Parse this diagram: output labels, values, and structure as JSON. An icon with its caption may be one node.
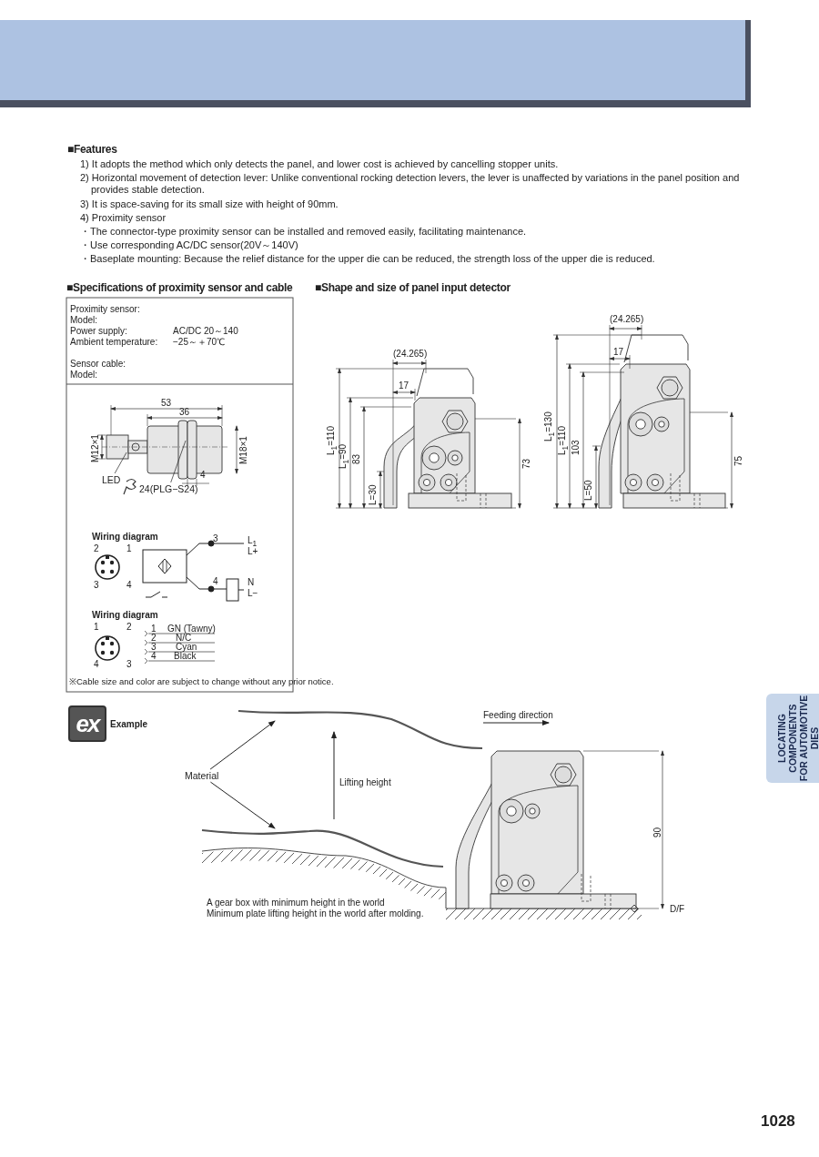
{
  "diagram": {
    "nodes": [
      {
        "text": [
          "Material"
        ]
      },
      {
        "text": [],
        "shape": "picture"
      },
      {
        "text": [],
        "shape": "picture"
      },
      {
        "text": [
          "LED"
        ]
      },
      {
        "text": [
          "24(PLG−S24)"
        ]
      }
    ],
    "edges": [
      {
        "from": 0,
        "to": 1,
        "arrow": "to"
      },
      {
        "from": 0,
        "to": 2,
        "arrow": "to"
      },
      {
        "from": 3,
        "to": null,
        "arrow": "none"
      },
      {
        "from": 4,
        "to": null,
        "arrow": "none"
      }
    ],
    "labels": [
      "■Features",
      "1) It adopts the method which only detects the panel, and lower cost is achieved by cancelling stopper units.",
      "2) Horizontal movement of detection lever: Unlike conventional rocking detection levers, the lever is unaffected by variations in the panel position and provides stable detection.",
      "3) It is space-saving for its small size with height of 90mm.",
      "4) Proximity sensor",
      "・The connector-type proximity sensor can be installed and removed easily, facilitating maintenance.",
      "・Use corresponding AC/DC sensor(20V～140V)",
      "・Baseplate mounting: Because the relief distance for the upper die can be reduced, the strength loss of the upper die is reduced.",
      "■Specifications of proximity sensor and cable",
      "Proximity sensor:",
      "Model:",
      "Power supply:",
      "AC/DC 20～140",
      "Ambient temperature:",
      "−25～＋70℃",
      "Sensor cable:",
      "Model:",
      "53",
      "36",
      "M12×1",
      "M18×1",
      "4",
      "Wiring diagram",
      "2",
      "1",
      "3",
      "4",
      "3",
      "L$_{1}$",
      "L+",
      "4",
      "N",
      "L−",
      "Wiring diagram",
      "1",
      "2",
      "4",
      "3",
      "1",
      "GN (Tawny)",
      "2",
      "N/C",
      "3",
      "Cyan",
      "4",
      "Black",
      "※Cable size and color are subject to change without any prior notice.",
      "■Shape and size of panel input detector",
      "(24.265)",
      "17",
      "L$_{1}$=110",
      "L$_{1}$=90",
      "83",
      "L=30",
      "73",
      "(24.265)",
      "17",
      "L$_{1}$=130",
      "L$_{1}$=110",
      "103",
      "L=50",
      "75",
      "ex",
      "Example",
      "Feeding direction",
      "Lifting height",
      "90",
      "D/F",
      "A gear box with minimum height in the world",
      "Minimum plate lifting height in the world after molding.",
      "LOCATING COMPONENTS FOR AUTOMOTIVE DIES",
      "1028"
    ]
  }
}
